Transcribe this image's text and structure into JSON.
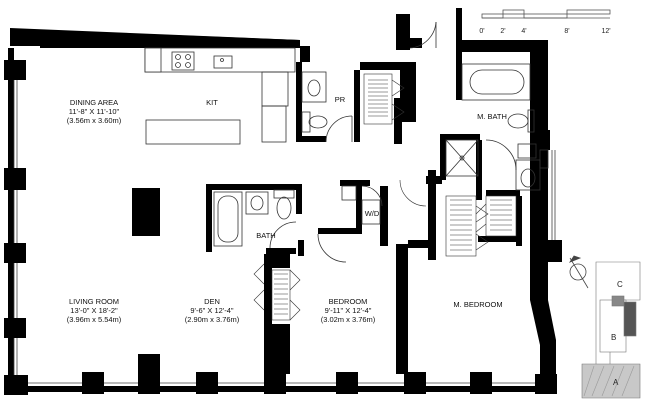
{
  "rooms": {
    "dining": {
      "name": "DINING AREA",
      "dim_ft": "11'-8\" X 11'-10\"",
      "dim_m": "(3.56m x 3.60m)"
    },
    "kitchen": {
      "name": "KIT"
    },
    "powder_room": {
      "name": "PR"
    },
    "master_bath": {
      "name": "M. BATH"
    },
    "bath": {
      "name": "BATH"
    },
    "wd": {
      "name": "W/D"
    },
    "living": {
      "name": "LIVING ROOM",
      "dim_ft": "13'-0\" X 18'-2\"",
      "dim_m": "(3.96m x 5.54m)"
    },
    "den": {
      "name": "DEN",
      "dim_ft": "9'-6\" X 12'-4\"",
      "dim_m": "(2.90m x 3.76m)"
    },
    "bedroom": {
      "name": "BEDROOM",
      "dim_ft": "9'-11\" X 12'-4\"",
      "dim_m": "(3.02m x 3.76m)"
    },
    "master_bedroom": {
      "name": "M. BEDROOM"
    }
  },
  "scale_bar": {
    "ticks": [
      "0'",
      "2'",
      "4'",
      "8'",
      "12'"
    ]
  },
  "key_plan": {
    "labels": [
      "A",
      "B",
      "C"
    ]
  },
  "colors": {
    "wall": "#000000",
    "line": "#333333",
    "grey": "#8a8a8a"
  }
}
